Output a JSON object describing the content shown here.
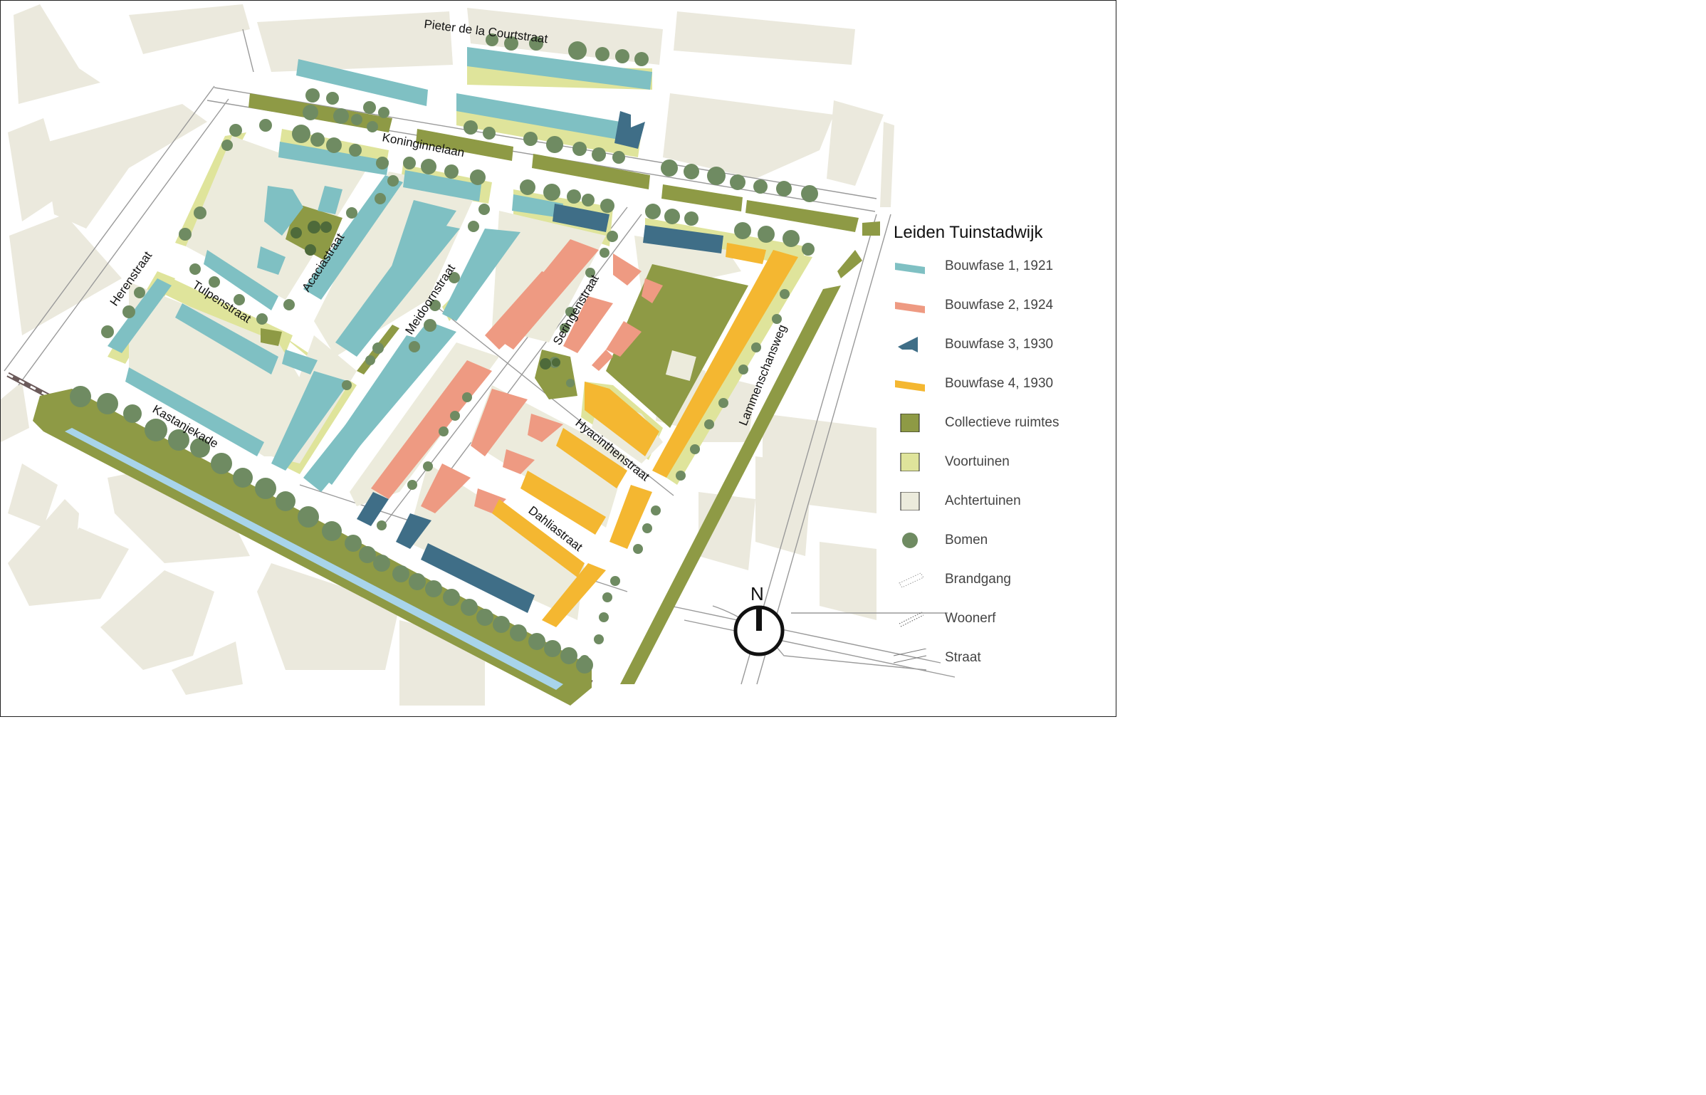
{
  "legend": {
    "title": "Leiden Tuinstadwijk",
    "items": [
      {
        "key": "bouwfase-1",
        "label": "Bouwfase 1, 1921",
        "color": "#7fc0c3",
        "symbol": "building-strip"
      },
      {
        "key": "bouwfase-2",
        "label": "Bouwfase 2, 1924",
        "color": "#ee9a82",
        "symbol": "building-strip"
      },
      {
        "key": "bouwfase-3",
        "label": "Bouwfase 3, 1930",
        "color": "#3f6e87",
        "symbol": "building-angle"
      },
      {
        "key": "bouwfase-4",
        "label": "Bouwfase 4, 1930",
        "color": "#f4b731",
        "symbol": "building-strip"
      },
      {
        "key": "collectieve-ruimtes",
        "label": "Collectieve ruimtes",
        "color": "#8e9a45",
        "symbol": "square"
      },
      {
        "key": "voortuinen",
        "label": "Voortuinen",
        "color": "#dfe49b",
        "symbol": "square"
      },
      {
        "key": "achtertuinen",
        "label": "Achtertuinen",
        "color": "#ecebdc",
        "symbol": "square"
      },
      {
        "key": "bomen",
        "label": "Bomen",
        "color": "#6f8b62",
        "symbol": "circle"
      },
      {
        "key": "brandgang",
        "label": "Brandgang",
        "color": "#999999",
        "symbol": "dotted-outline"
      },
      {
        "key": "woonerf",
        "label": "Woonerf",
        "color": "#555555",
        "symbol": "dotted-lines"
      },
      {
        "key": "straat",
        "label": "Straat",
        "color": "#777777",
        "symbol": "street-lines"
      }
    ]
  },
  "streets": {
    "pieter_de_la_courtstraat": "Pieter de la Courtstraat",
    "koninginnelaan": "Koninginnelaan",
    "herenstraat": "Herenstraat",
    "tulpenstraat": "Tulpenstraat",
    "acaciastraat": "Acaciastraat",
    "meidoornstraat": "Meidoornstraat",
    "seringenstraat": "Seringenstraat",
    "hyacinthenstraat": "Hyacinthenstraat",
    "dahliastraat": "Dahliastraat",
    "kastanjekade": "Kastanjekade",
    "lammenschansweg": "Lammenschansweg"
  },
  "north_arrow": {
    "label": "N",
    "icon": "north-arrow-icon"
  },
  "colors": {
    "context_buildings": "#ebe9dd",
    "water": "#a8d4ea",
    "railway": "#6b5a5a",
    "tree": "#6f8b62",
    "tree_dark": "#4e6a3a"
  }
}
